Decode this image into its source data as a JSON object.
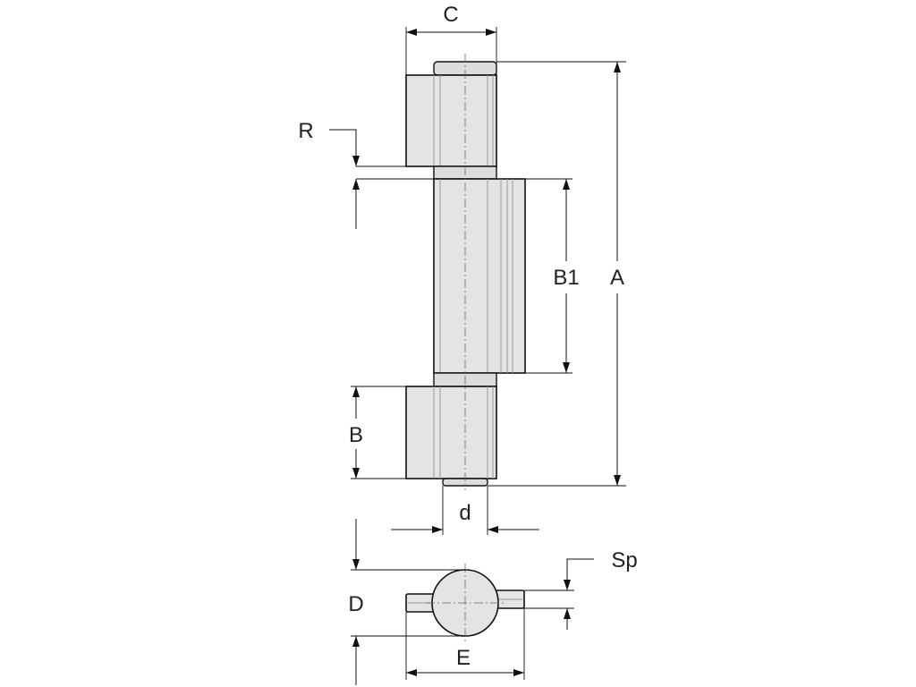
{
  "labels": {
    "C": "C",
    "R": "R",
    "A": "A",
    "B1": "B1",
    "B": "B",
    "d": "d",
    "Sp": "Sp",
    "D": "D",
    "E": "E"
  }
}
